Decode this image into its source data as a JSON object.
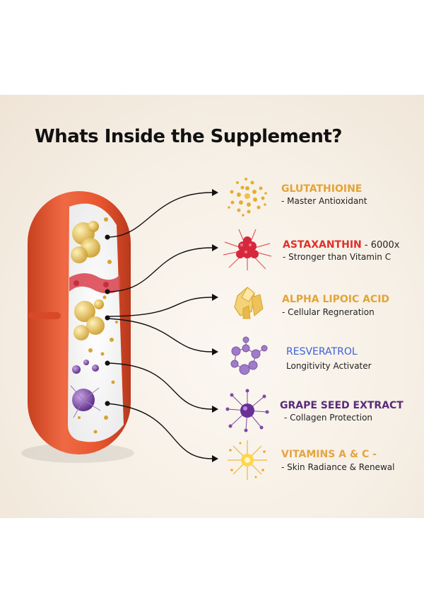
{
  "title": "Whats Inside the Supplement?",
  "ingredients": [
    {
      "name": "GLUTATHIOINE",
      "suffix": "",
      "desc": "- Master Antioxidant",
      "color": "#e3a437",
      "icon": "swirl-particles-icon"
    },
    {
      "name": "ASTAXANTHIN",
      "suffix": " - 6000x",
      "desc": "- Stronger than Vitamin C",
      "color": "#e0302b",
      "icon": "red-cluster-icon"
    },
    {
      "name": "ALPHA LIPOIC ACID",
      "suffix": "",
      "desc": "- Cellular Regneration",
      "color": "#e3a437",
      "icon": "crystal-icon"
    },
    {
      "name": "RESVERATROL",
      "suffix": "",
      "desc": " Longitivity Activater",
      "color": "#3d5fd6",
      "icon": "molecule-icon"
    },
    {
      "name": "GRAPE SEED EXTRACT",
      "suffix": "",
      "desc": "- Collagen Protection",
      "color": "#5a2a78",
      "icon": "purple-burst-icon"
    },
    {
      "name": "VITAMINS A & C -",
      "suffix": "",
      "desc": "- Skin Radiance & Renewal",
      "color": "#e6a440",
      "icon": "sparkle-icon"
    }
  ]
}
